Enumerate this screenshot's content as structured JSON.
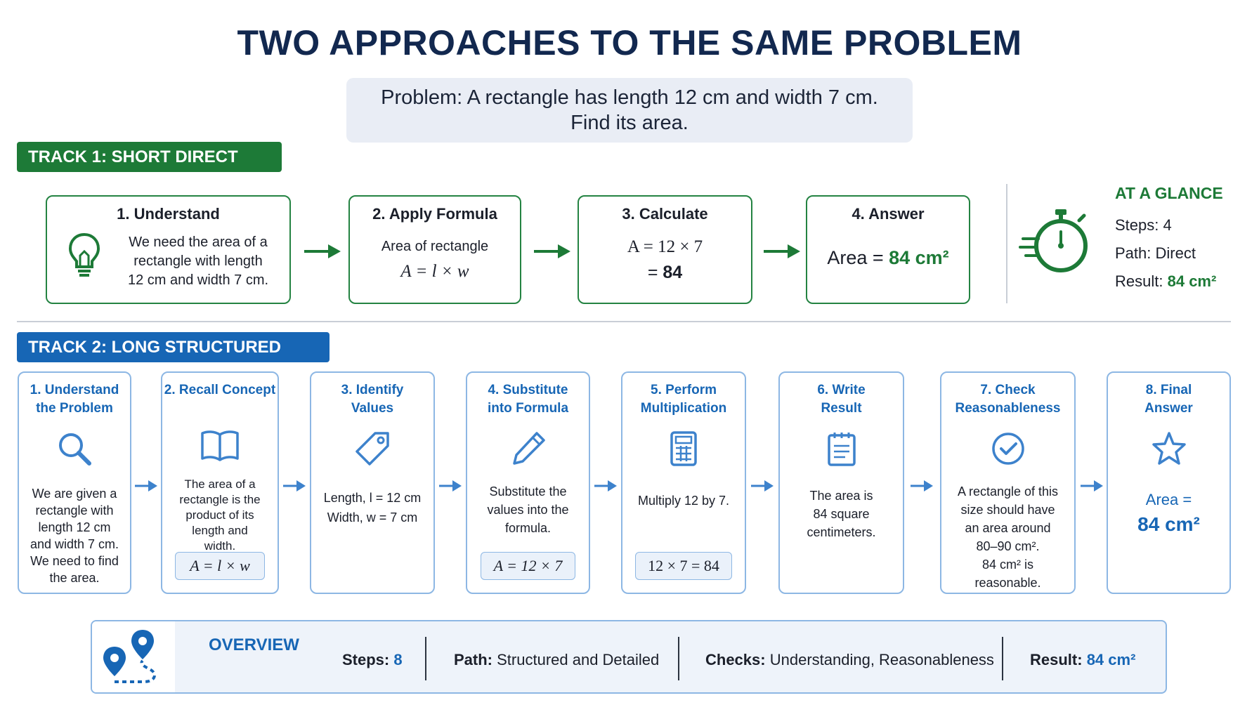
{
  "title": "TWO APPROACHES TO THE SAME PROBLEM",
  "problem": {
    "line1": "Problem: A rectangle has length 12 cm and width 7 cm.",
    "line2": "Find its area."
  },
  "track1": {
    "label": "TRACK 1: SHORT DIRECT TRACK",
    "accent": "#1d7a37",
    "steps": [
      {
        "title": "1. Understand",
        "lines": [
          "We need the area of a",
          "rectangle with length",
          "12 cm and width 7 cm."
        ],
        "icon": "lightbulb-icon"
      },
      {
        "title": "2. Apply Formula",
        "lines": [
          "Area of rectangle"
        ],
        "formula": "A = l × w"
      },
      {
        "title": "3. Calculate",
        "formula": "A = 12 × 7",
        "result_prefix": "= ",
        "result": "84"
      },
      {
        "title": "4. Answer",
        "answer_prefix": "Area = ",
        "answer": "84 cm²"
      }
    ],
    "glance": {
      "title": "AT A GLANCE",
      "icon": "stopwatch-icon",
      "steps_label": "Steps:",
      "steps_value": "4",
      "path_label": "Path:",
      "path_value": "Direct",
      "result_label": "Result:",
      "result_value": "84 cm²"
    }
  },
  "track2": {
    "label": "TRACK 2: LONG STRUCTURED TRACK",
    "accent": "#1766b5",
    "steps": [
      {
        "title1": "1. Understand",
        "title2": "the Problem",
        "icon": "magnifier-icon",
        "lines": [
          "We are given a",
          "rectangle with",
          "length 12 cm",
          "and width 7 cm.",
          "We need to find",
          "the area."
        ]
      },
      {
        "title1": "2. Recall Concept",
        "title2": "",
        "icon": "book-icon",
        "lines": [
          "The area of a",
          "rectangle is the",
          "product of its",
          "length and",
          "width."
        ],
        "formula": "A = l × w"
      },
      {
        "title1": "3. Identify",
        "title2": "Values",
        "icon": "tag-icon",
        "lines": [
          "Length, l = 12 cm",
          "Width, w = 7 cm"
        ]
      },
      {
        "title1": "4. Substitute",
        "title2": "into Formula",
        "icon": "pencil-icon",
        "lines": [
          "Substitute the",
          "values into the",
          "formula."
        ],
        "formula": "A = 12 × 7"
      },
      {
        "title1": "5. Perform",
        "title2": "Multiplication",
        "icon": "calculator-icon",
        "lines": [
          "Multiply 12 by 7."
        ],
        "formula": "12 × 7 = 84"
      },
      {
        "title1": "6. Write",
        "title2": "Result",
        "icon": "notepad-icon",
        "lines": [
          "The area is",
          "84 square",
          "centimeters."
        ]
      },
      {
        "title1": "7. Check",
        "title2": "Reasonableness",
        "icon": "checkmark-circle-icon",
        "lines": [
          "A rectangle of this",
          "size should have",
          "an area around",
          "80–90 cm².",
          "84 cm² is",
          "reasonable."
        ]
      },
      {
        "title1": "8. Final",
        "title2": "Answer",
        "icon": "star-icon",
        "answer_prefix": "Area =",
        "answer": "84 cm²"
      }
    ]
  },
  "overview": {
    "title": "OVERVIEW",
    "icon": "route-pins-icon",
    "steps_label": "Steps:",
    "steps_value": "8",
    "path_label": "Path:",
    "path_value": "Structured and Detailed",
    "checks_label": "Checks:",
    "checks_value": "Understanding, Reasonableness",
    "result_label": "Result:",
    "result_value": "84 cm²"
  }
}
